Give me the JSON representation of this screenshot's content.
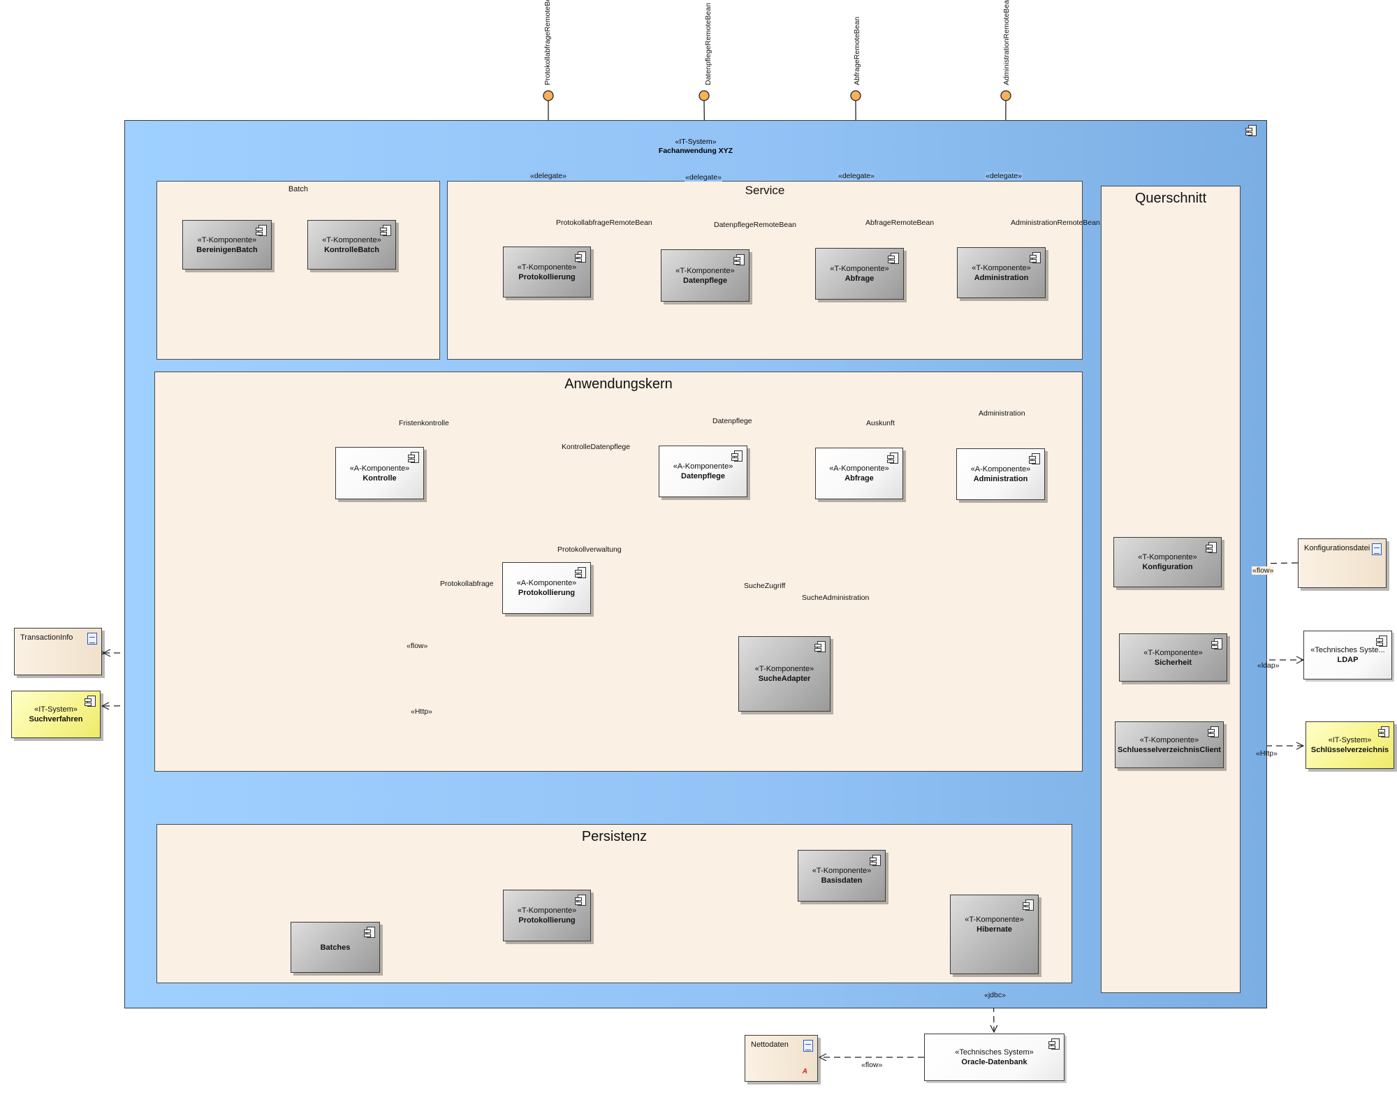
{
  "system": {
    "stereotype": "«IT-System»",
    "name": "Fachanwendung XYZ"
  },
  "packages": {
    "batch": "Batch",
    "service": "Service",
    "querschnitt": "Querschnitt",
    "anwendungskern": "Anwendungskern",
    "persistenz": "Persistenz"
  },
  "components": {
    "bereinigen_batch": {
      "stereotype": "«T-Komponente»",
      "name": "BereinigenBatch"
    },
    "kontrolle_batch": {
      "stereotype": "«T-Komponente»",
      "name": "KontrolleBatch"
    },
    "svc_protokollierung": {
      "stereotype": "«T-Komponente»",
      "name": "Protokollierung"
    },
    "svc_datenpflege": {
      "stereotype": "«T-Komponente»",
      "name": "Datenpflege"
    },
    "svc_abfrage": {
      "stereotype": "«T-Komponente»",
      "name": "Abfrage"
    },
    "svc_administration": {
      "stereotype": "«T-Komponente»",
      "name": "Administration"
    },
    "ak_kontrolle": {
      "stereotype": "«A-Komponente»",
      "name": "Kontrolle"
    },
    "ak_datenpflege": {
      "stereotype": "«A-Komponente»",
      "name": "Datenpflege"
    },
    "ak_abfrage": {
      "stereotype": "«A-Komponente»",
      "name": "Abfrage"
    },
    "ak_administration": {
      "stereotype": "«A-Komponente»",
      "name": "Administration"
    },
    "ak_protokollierung": {
      "stereotype": "«A-Komponente»",
      "name": "Protokollierung"
    },
    "suche_adapter": {
      "stereotype": "«T-Komponente»",
      "name": "SucheAdapter"
    },
    "konfiguration": {
      "stereotype": "«T-Komponente»",
      "name": "Konfiguration"
    },
    "sicherheit": {
      "stereotype": "«T-Komponente»",
      "name": "Sicherheit"
    },
    "schluessel_client": {
      "stereotype": "«T-Komponente»",
      "name": "SchluesselverzeichnisClient"
    },
    "basisdaten": {
      "stereotype": "«T-Komponente»",
      "name": "Basisdaten"
    },
    "p_protokollierung": {
      "stereotype": "«T-Komponente»",
      "name": "Protokollierung"
    },
    "hibernate": {
      "stereotype": "«T-Komponente»",
      "name": "Hibernate"
    },
    "batches": {
      "name": "Batches"
    },
    "ldap": {
      "stereotype": "«Technisches Syste...",
      "name": "LDAP"
    },
    "oracle": {
      "stereotype": "«Technisches System»",
      "name": "Oracle-Datenbank"
    },
    "suchverfahren": {
      "stereotype": "«IT-System»",
      "name": "Suchverfahren"
    },
    "schluesselverzeichnis": {
      "stereotype": "«IT-System»",
      "name": "Schlüsselverzeichnis"
    }
  },
  "artifacts": {
    "transaction_info": "TransactionInfo",
    "konfigurationsdatei": "Konfigurationsdatei",
    "nettodaten": "Nettodaten"
  },
  "external_interfaces": [
    "ProtokollabfrageRemoteBean",
    "DatenpflegeRemoteBean",
    "AbfrageRemoteBean",
    "AdministrationRemoteBean"
  ],
  "interfaces": {
    "protokollabfrage_remote": "ProtokollabfrageRemoteBean",
    "datenpflege_remote": "DatenpflegeRemoteBean",
    "abfrage_remote": "AbfrageRemoteBean",
    "administration_remote": "AdministrationRemoteBean",
    "fristenkontrolle": "Fristenkontrolle",
    "datenpflege": "Datenpflege",
    "auskunft": "Auskunft",
    "administration": "Administration",
    "kontrolle_datenpflege": "KontrolleDatenpflege",
    "protokollverwaltung": "Protokollverwaltung",
    "protokollabfrage": "Protokollabfrage",
    "suche_zugriff": "SucheZugriff",
    "suche_administration": "SucheAdministration"
  },
  "connector_labels": {
    "delegate": "«delegate»",
    "flow": "«flow»",
    "http": "«Http»",
    "ldap": "«ldap»",
    "jdbc": "«jdbc»"
  }
}
